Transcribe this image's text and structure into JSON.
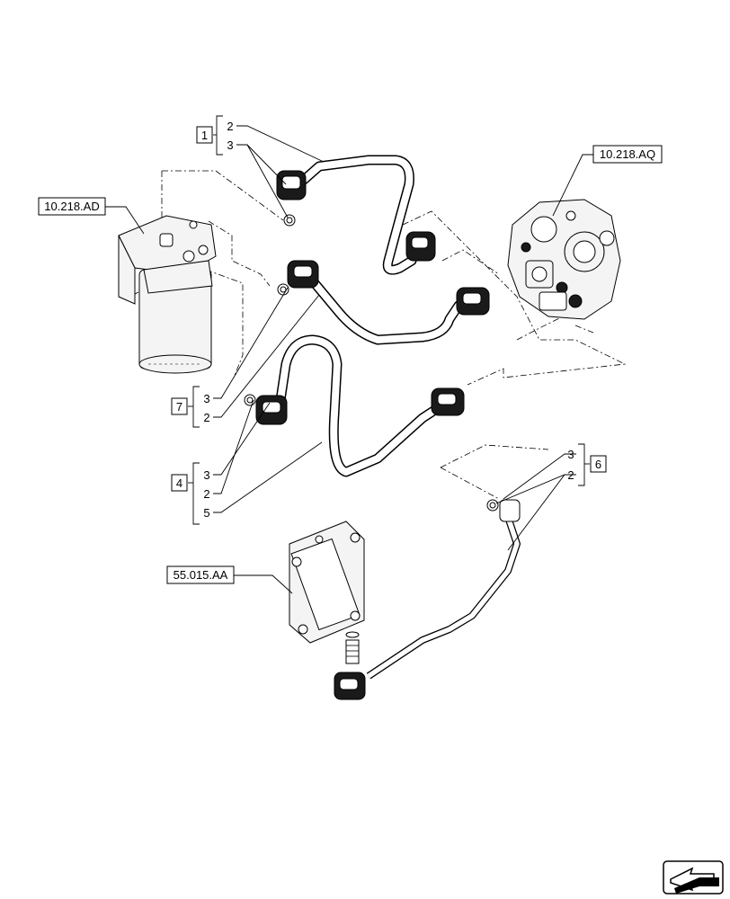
{
  "references": {
    "filter_ref": "10.218.AD",
    "pump_ref": "10.218.AQ",
    "cooler_ref": "55.015.AA"
  },
  "groups": {
    "g1": {
      "id": "1",
      "items": [
        "2",
        "3"
      ]
    },
    "g7": {
      "id": "7",
      "items": [
        "3",
        "2"
      ]
    },
    "g4": {
      "id": "4",
      "items": [
        "3",
        "2",
        "5"
      ]
    },
    "g6": {
      "id": "6",
      "items": [
        "3",
        "2"
      ]
    }
  },
  "icons": {
    "corner": "arrow-icon"
  }
}
